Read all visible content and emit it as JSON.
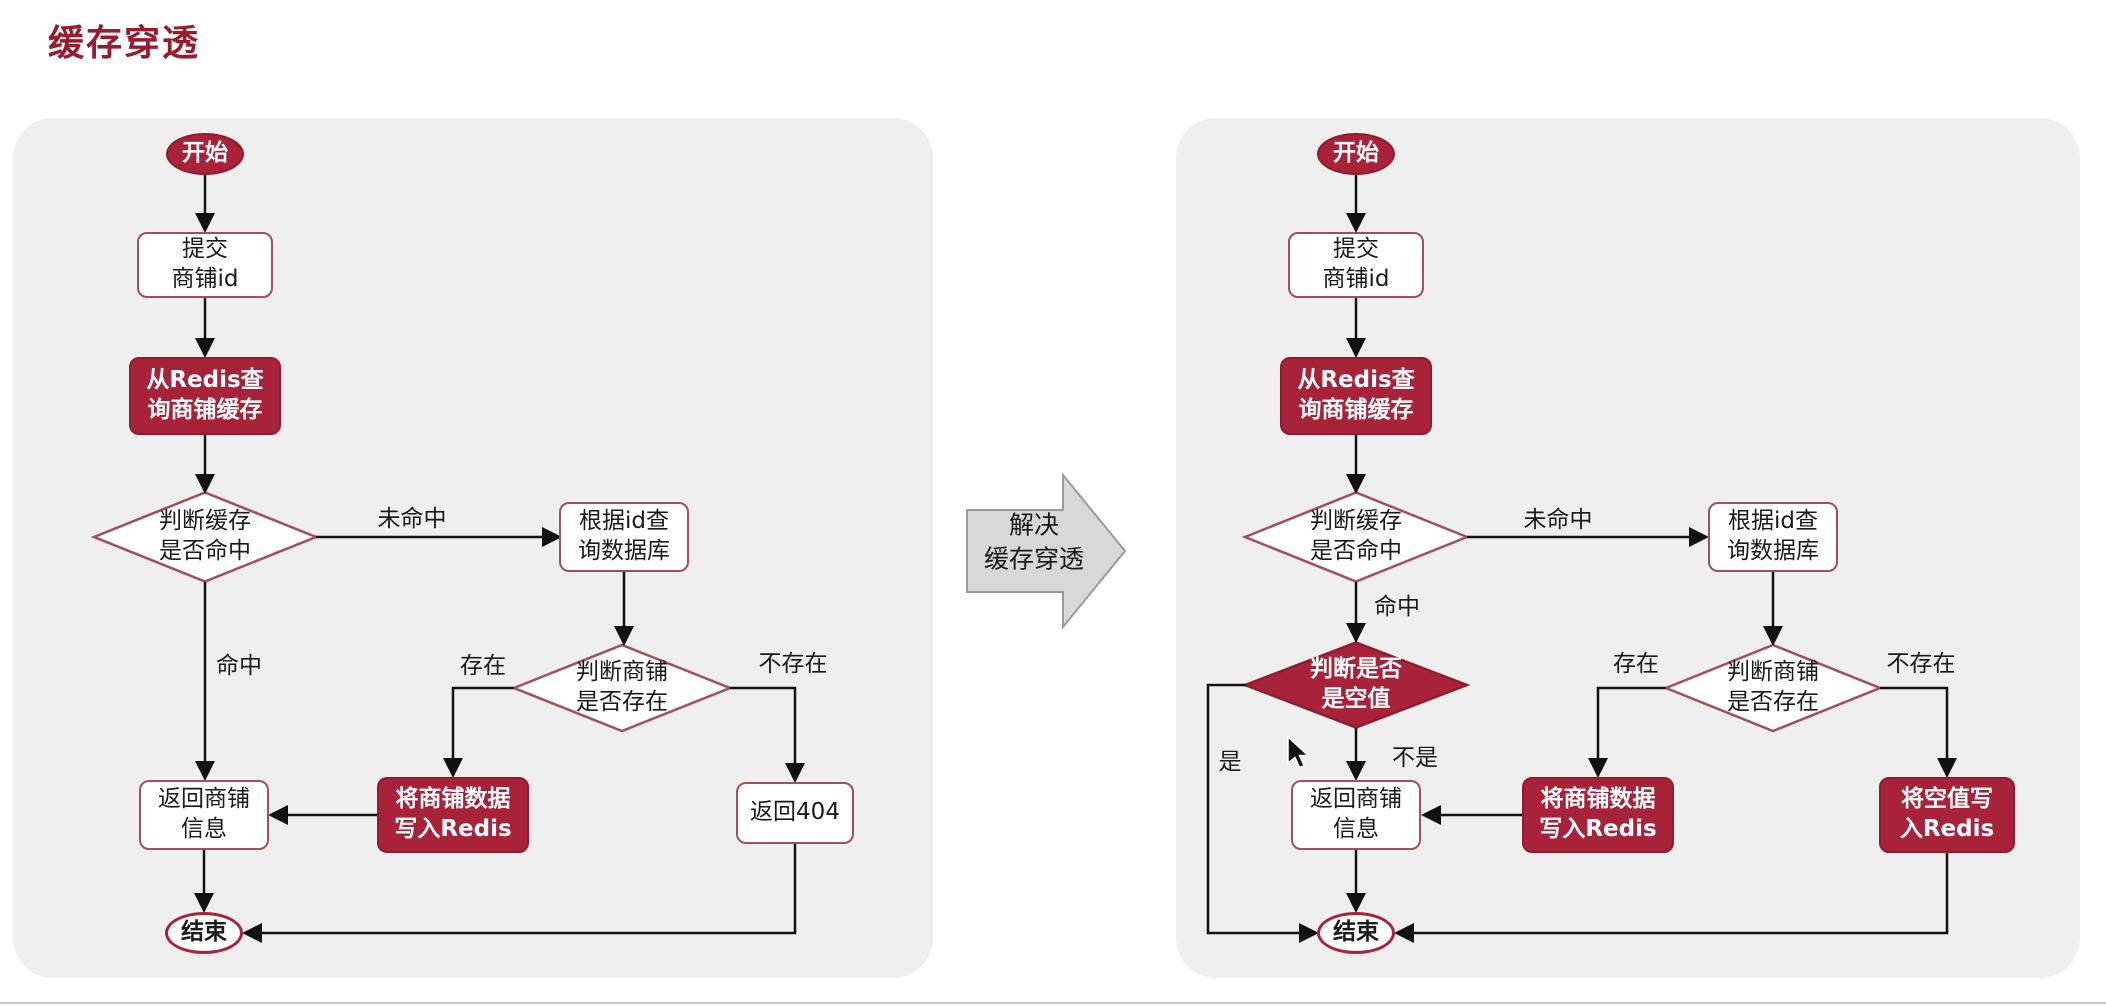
{
  "page": {
    "title": "缓存穿透"
  },
  "connector": {
    "label": "解决\n缓存穿透"
  },
  "nodes": {
    "start": "开始",
    "submit": "提交\n商铺id",
    "redis_query": "从Redis查\n询商铺缓存",
    "cache_hit": "判断缓存\n是否命中",
    "db_query": "根据id查\n询数据库",
    "shop_exists": "判断商铺\n是否存在",
    "write_redis": "将商铺数据\n写入Redis",
    "return_shop": "返回商铺\n信息",
    "return_404": "返回404",
    "null_check": "判断是否\n是空值",
    "write_null": "将空值写\n入Redis",
    "end": "结束"
  },
  "labels": {
    "miss": "未命中",
    "hit": "命中",
    "exists": "存在",
    "not_exists": "不存在",
    "yes": "是",
    "no": "不是"
  },
  "colors": {
    "accent_red": "#A82339",
    "node_border": "#A34D5E",
    "title": "#9A1B2E",
    "panel_bg": "#EFEFEF",
    "line": "#111111",
    "connector_fill": "#D8D8D8"
  }
}
